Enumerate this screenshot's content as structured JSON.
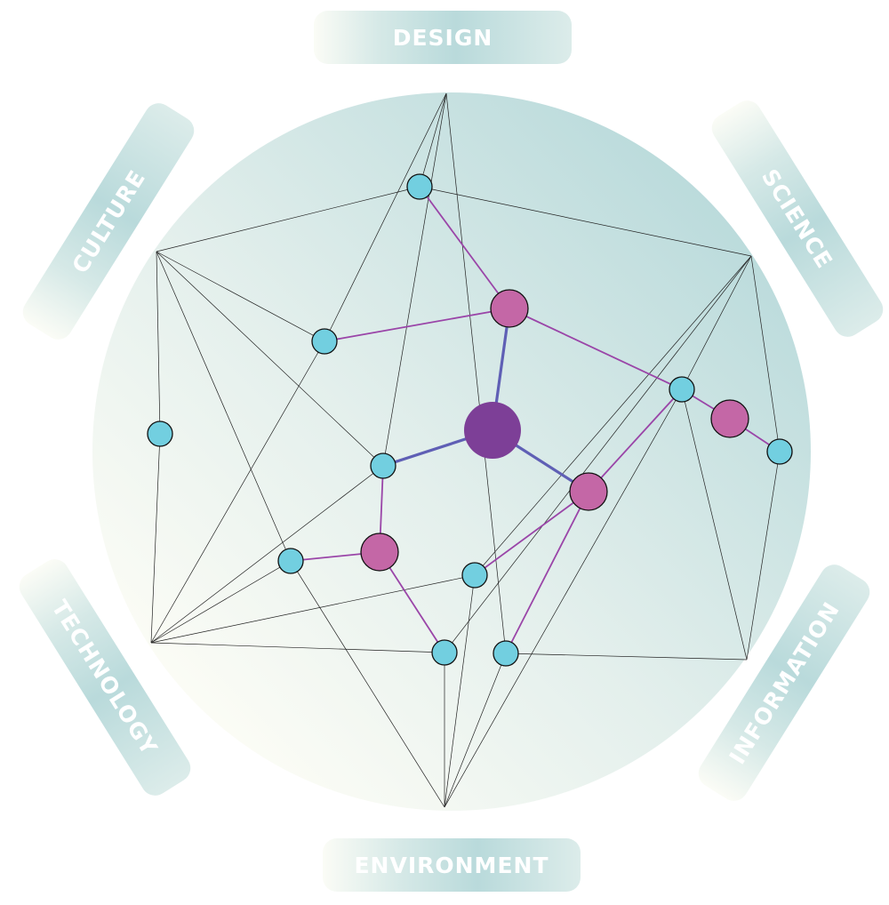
{
  "categories": {
    "design": "DESIGN",
    "science": "SCIENCE",
    "information": "INFORMATION",
    "environment": "ENVIRONMENT",
    "technology": "TECHNOLOGY",
    "culture": "CULTURE"
  },
  "colors": {
    "hub": "#7d3f97",
    "secondary_node": "#c467a6",
    "leaf_node": "#72cfe0",
    "hub_edge": "#5f5fb5",
    "secondary_edge": "#9a45a8",
    "mesh_edge": "#222222",
    "background_dark": "#b9dadb",
    "background_light": "#fdfdf6"
  }
}
